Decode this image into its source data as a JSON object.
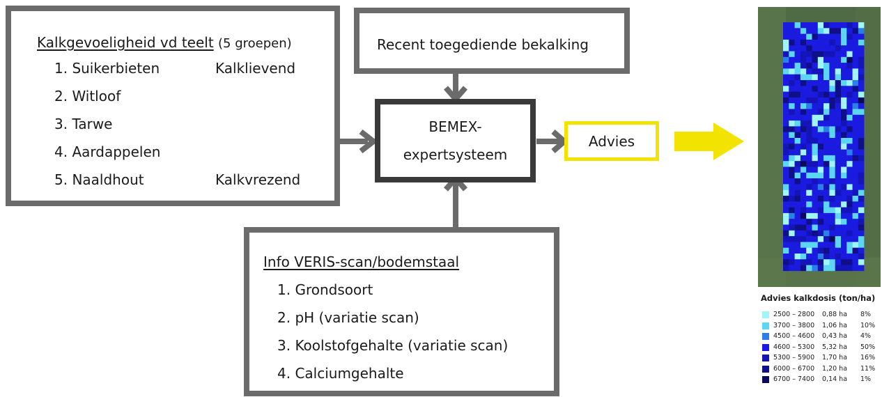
{
  "crop_box": {
    "title": "Kalkgevoeligheid vd teelt",
    "title_suffix": "(5 groepen)",
    "items": [
      {
        "label": "1. Suikerbieten",
        "note": "Kalklievend"
      },
      {
        "label": "2. Witloof",
        "note": ""
      },
      {
        "label": "3. Tarwe",
        "note": ""
      },
      {
        "label": "4. Aardappelen",
        "note": ""
      },
      {
        "label": "5. Naaldhout",
        "note": "Kalkvrezend"
      }
    ]
  },
  "recent_box": {
    "label": "Recent toegediende bekalking"
  },
  "center_box": {
    "line1": "BEMEX-",
    "line2": "expertsysteem"
  },
  "output_box": {
    "label": "Advies"
  },
  "info_box": {
    "title": "Info VERIS-scan/bodemstaal",
    "items": [
      "1. Grondsoort",
      "2. pH (variatie scan)",
      "3. Koolstofgehalte (variatie scan)",
      "4. Calciumgehalte"
    ]
  },
  "colors": {
    "box_border": "#6b6b6b",
    "center_border": "#3a3a3a",
    "arrow": "#6b6b6b",
    "highlight": "#f2e300"
  },
  "map_legend": {
    "title": "Advies kalkdosis (ton/ha)",
    "rows": [
      {
        "range": "2500 – 2800",
        "area": "0,88 ha",
        "pct": "8%",
        "color": "#9ff5f8"
      },
      {
        "range": "3700 – 3800",
        "area": "1,06 ha",
        "pct": "10%",
        "color": "#5cd6f4"
      },
      {
        "range": "4500 – 4600",
        "area": "0,43 ha",
        "pct": "4%",
        "color": "#2a7fe8"
      },
      {
        "range": "4600 – 5300",
        "area": "5,32 ha",
        "pct": "50%",
        "color": "#1a1ae0"
      },
      {
        "range": "5300 – 5900",
        "area": "1,70 ha",
        "pct": "16%",
        "color": "#1414b8"
      },
      {
        "range": "6000 – 6700",
        "area": "1,20 ha",
        "pct": "11%",
        "color": "#0f0f8a"
      },
      {
        "range": "6700 – 7400",
        "area": "0,14 ha",
        "pct": "1%",
        "color": "#0a0a5a"
      }
    ]
  }
}
